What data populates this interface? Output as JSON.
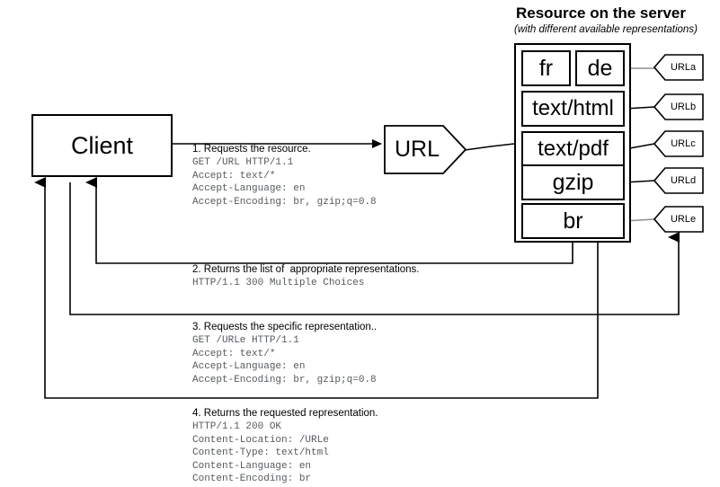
{
  "server": {
    "title": "Resource on the server",
    "subtitle": "(with different available representations)",
    "representations": [
      {
        "label": "fr",
        "url": "URLa"
      },
      {
        "label": "de",
        "url": "URLa"
      },
      {
        "label": "text/html",
        "url": "URLb"
      },
      {
        "label": "text/pdf",
        "url": "URLc"
      },
      {
        "label": "gzip",
        "url": "URLd"
      },
      {
        "label": "br",
        "url": "URLe"
      }
    ],
    "url_tags": [
      "URLa",
      "URLb",
      "URLc",
      "URLd",
      "URLe"
    ]
  },
  "client": {
    "label": "Client"
  },
  "url_node": {
    "label": "URL"
  },
  "messages": [
    {
      "id": "msg1",
      "heading": "1. Requests the resource.",
      "body": "GET /URL HTTP/1.1\nAccept: text/*\nAccept-Language: en\nAccept-Encoding: br, gzip;q=0.8"
    },
    {
      "id": "msg2",
      "heading": "2. Returns the list of  appropriate representations.",
      "body": "HTTP/1.1 300 Multiple Choices"
    },
    {
      "id": "msg3",
      "heading": "3. Requests the specific representation..",
      "body": "GET /URLe HTTP/1.1\nAccept: text/*\nAccept-Language: en\nAccept-Encoding: br, gzip;q=0.8"
    },
    {
      "id": "msg4",
      "heading": "4. Returns the requested representation.",
      "body": "HTTP/1.1 200 OK\nContent-Location: /URLe\nContent-Type: text/html\nContent-Language: en\nContent-Encoding: br"
    }
  ],
  "colors": {
    "stroke": "#000000",
    "background": "#ffffff",
    "code_text": "#555a5e",
    "connector_grey": "#9a9a9a"
  }
}
